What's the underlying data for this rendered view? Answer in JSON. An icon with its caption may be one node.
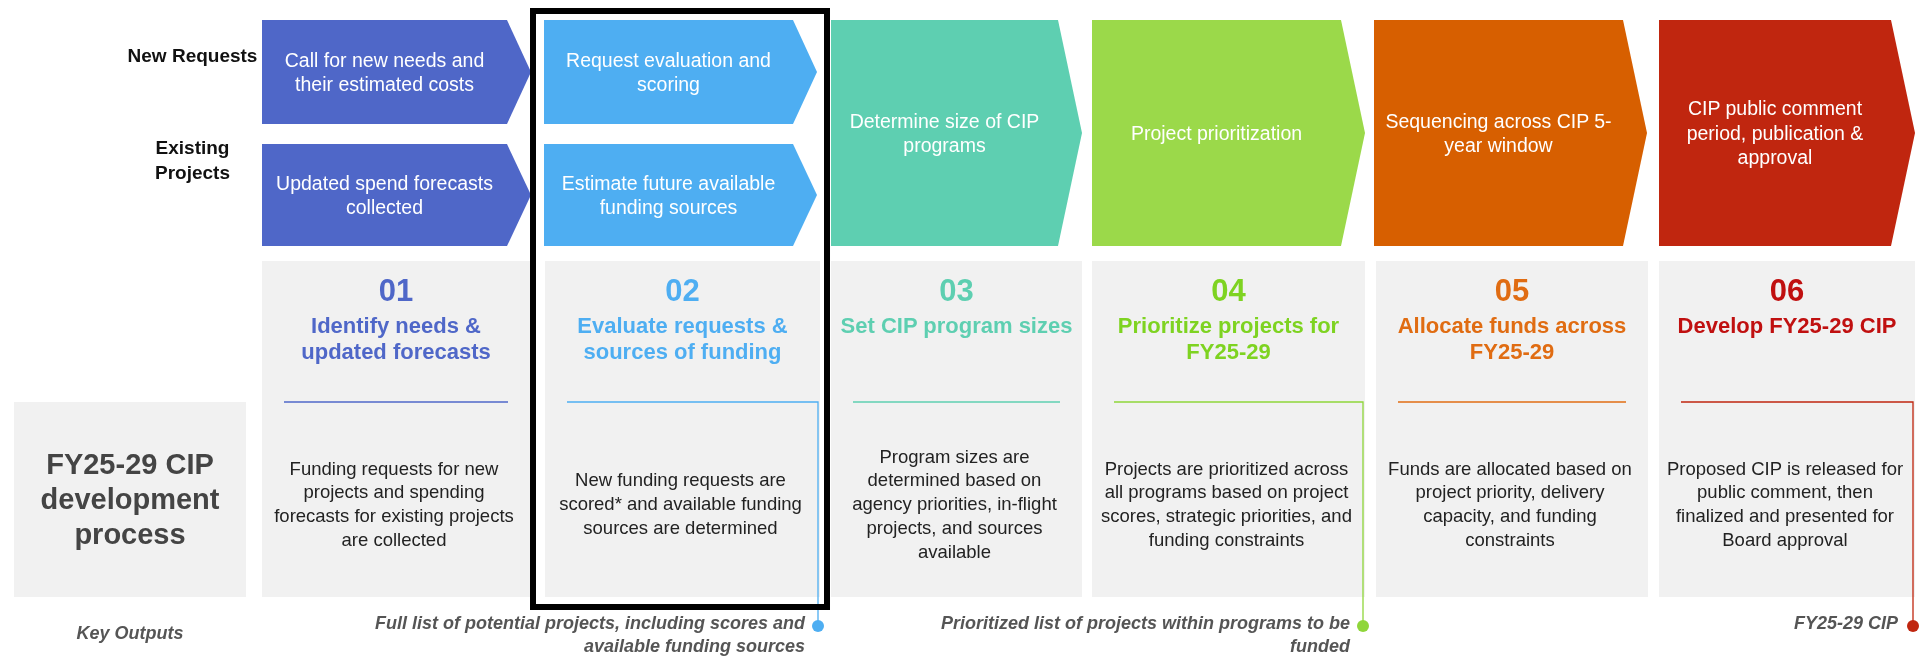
{
  "diagram": {
    "nodes": [
      {
        "text": [
          "FY25-29 CIP development process"
        ]
      },
      {
        "text": [
          "Call for new needs and their estimated costs"
        ]
      },
      {
        "text": [
          "Updated spend forecasts collected"
        ]
      },
      {
        "text": [
          "Request evaluation and scoring"
        ]
      },
      {
        "text": [
          "Estimate future available funding sources"
        ]
      },
      {
        "text": [
          "Determine size of CIP programs"
        ]
      },
      {
        "text": [
          "Project prioritization"
        ]
      },
      {
        "text": [
          "Sequencing across CIP 5-year window"
        ]
      },
      {
        "text": [
          "CIP public comment period, publication & approval"
        ]
      },
      {
        "text": [
          "01",
          "Identify needs & updated forecasts",
          "Funding requests for new projects and spending forecasts for existing projects are collected"
        ]
      },
      {
        "text": [
          "02",
          "Evaluate requests & sources of funding",
          "New funding requests are scored* and available funding sources are determined"
        ]
      },
      {
        "text": [
          "03",
          "Set CIP program sizes",
          "Program sizes are determined based on agency priorities, in-flight projects, and sources available"
        ]
      },
      {
        "text": [
          "04",
          "Prioritize projects for FY25-29",
          "Projects are prioritized across all programs based on project scores, strategic priorities, and funding constraints"
        ]
      },
      {
        "text": [
          "05",
          "Allocate funds across FY25-29",
          "Funds are allocated based on project priority, delivery capacity, and funding constraints"
        ]
      },
      {
        "text": [
          "06",
          "Develop FY25-29 CIP",
          "Proposed CIP is released for public comment, then finalized and presented for Board approval"
        ]
      },
      {
        "text": [
          "Full list of potential projects, including scores and available funding sources"
        ]
      },
      {
        "text": [
          "Prioritized list of projects within programs to be funded"
        ]
      },
      {
        "text": [
          "FY25-29 CIP"
        ]
      }
    ],
    "edges": [
      {
        "from": 15,
        "to": 10,
        "arrow": "other",
        "color": "#4eaef2"
      },
      {
        "from": 16,
        "to": 12,
        "arrow": "other",
        "color": "#8fd63a"
      },
      {
        "from": 17,
        "to": 14,
        "arrow": "other",
        "color": "#c0260f"
      }
    ],
    "labels": [
      "New Requests",
      "Existing Projects",
      "Key Outputs"
    ]
  }
}
